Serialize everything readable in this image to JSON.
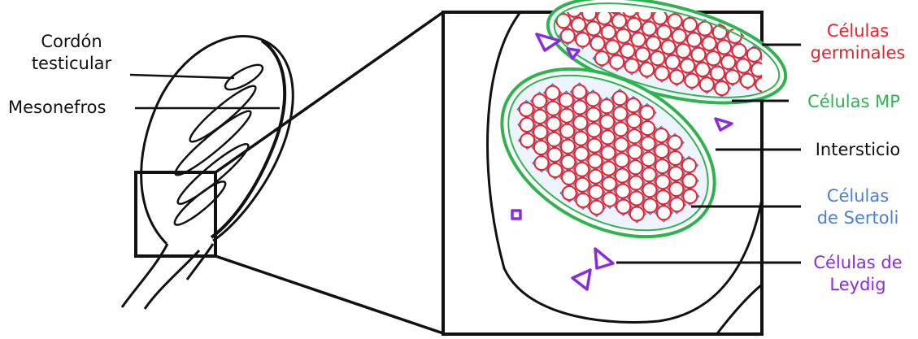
{
  "colors": {
    "outline": "#111111",
    "germinal": "#e8212a",
    "mp": "#2fb34e",
    "sertoli": "#4a7fd1",
    "leydig": "#8a2be2",
    "interstitium": "#111111"
  },
  "labels": {
    "cordon_line1": "Cordón",
    "cordon_line2": "testicular",
    "mesonefros": "Mesonefros",
    "germinales_line1": "Células",
    "germinales_line2": "germinales",
    "mp": "Células MP",
    "intersticio": "Intersticio",
    "sertoli_line1": "Células",
    "sertoli_line2": "de Sertoli",
    "leydig_line1": "Células de",
    "leydig_line2": "Leydig"
  },
  "icons": {
    "germinal_cell": "circle-icon",
    "leydig_cell": "triangle-icon"
  }
}
